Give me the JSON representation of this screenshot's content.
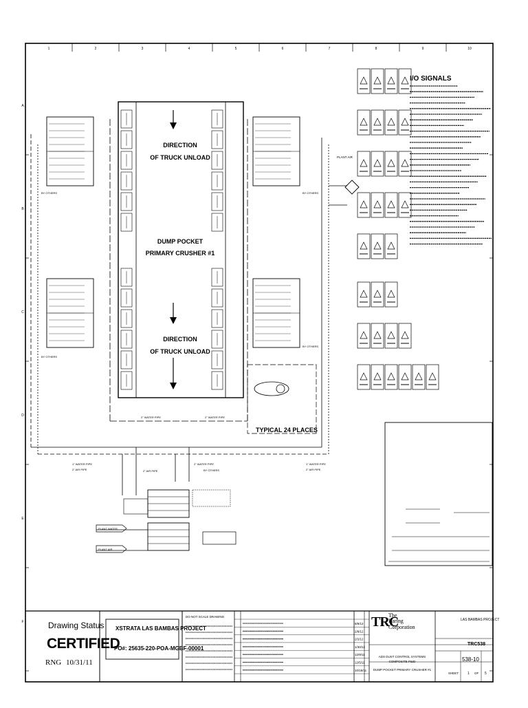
{
  "drawing": {
    "grid_columns": [
      "1",
      "2",
      "3",
      "4",
      "5",
      "6",
      "7",
      "8",
      "9",
      "10"
    ],
    "grid_rows": [
      "A",
      "B",
      "C",
      "D",
      "E",
      "F"
    ],
    "direction_labels": [
      "DIRECTION",
      "OF TRUCK UNLOAD"
    ],
    "dump_pocket_labels": [
      "DUMP POCKET",
      "PRIMARY CRUSHER #1"
    ],
    "typical_label": "TYPICAL 24 PLACES",
    "io_signals_title": "I/O SIGNALS",
    "plant_air_label": "PLANT AIR",
    "plant_water_label": "PLANT WATER",
    "pipe_labels": [
      "2\" WATER PIPE",
      "2\" WATER PIPE",
      "1\" WATER PIPE",
      "2\" AIR PIPE",
      "1\" WATER PIPE",
      "2\" AIR PIPE",
      "2\" WATER PIPE",
      "2\" AIR PIPE"
    ],
    "by_others": [
      "BY OTHERS",
      "BY OTHERS",
      "BY OTHERS",
      "BY OTHERS",
      "BY OTHERS"
    ]
  },
  "title_block": {
    "status_title": "Drawing Status",
    "status_value": "CERTIFIED",
    "status_by": "RNG",
    "status_date": "10/31/11",
    "project_name": "XSTRATA LAS BAMBAS PROJECT",
    "po_number": "PO#: 25635-220-POA-MGBF-00001",
    "scale_note": "DO NOT SCALE DRAWING",
    "company_name": "TRC",
    "company_full": [
      "The",
      "Raring",
      "Corporation"
    ],
    "customer": "LAS BAMBAS PROJECT",
    "contract_no": "TRC538",
    "title_lines": [
      "ADS DUST CONTROL SYSTEMS",
      "COMPOSITE P&ID",
      "DUMP POCKET PRIMARY CRUSHER #1"
    ],
    "dwg_no": "538-10",
    "rev_dates": [
      "8/8/12",
      "2/8/12",
      "2/2/12",
      "1/30/12",
      "12/9/11",
      "12/5/11",
      "10/18/11"
    ],
    "sheet_label": "SHEET",
    "sheet_no": "1",
    "sheet_of": "OF",
    "sheet_total": "5"
  }
}
